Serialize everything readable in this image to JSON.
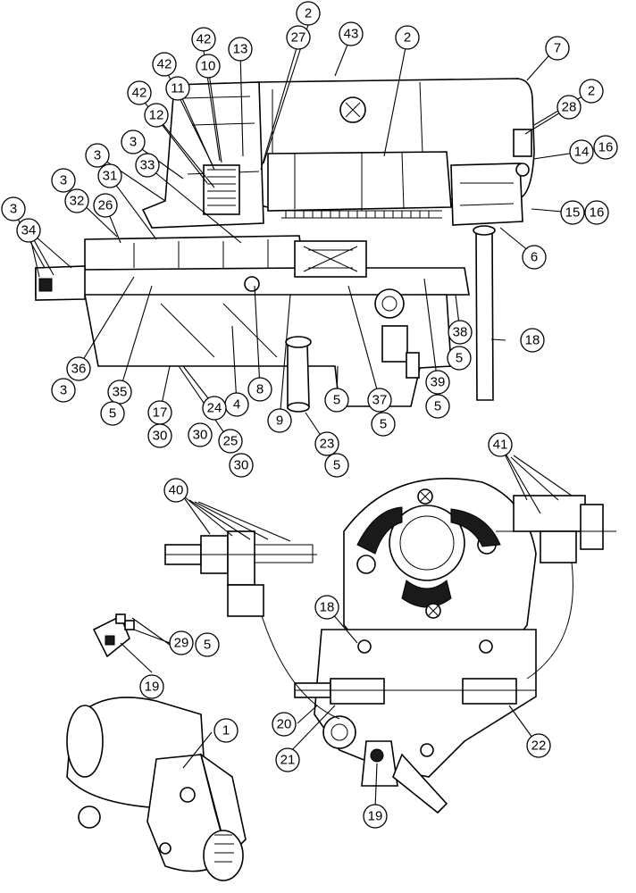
{
  "diagram": {
    "callouts": [
      "1",
      "2",
      "3",
      "4",
      "5",
      "6",
      "7",
      "8",
      "9",
      "10",
      "11",
      "12",
      "13",
      "14",
      "15",
      "16",
      "17",
      "18",
      "19",
      "20",
      "21",
      "22",
      "23",
      "24",
      "25",
      "26",
      "27",
      "28",
      "29",
      "30",
      "31",
      "32",
      "33",
      "34",
      "35",
      "36",
      "37",
      "38",
      "39",
      "40",
      "41",
      "42",
      "43"
    ],
    "positioned_labels": [
      "2",
      "27",
      "42",
      "10",
      "13",
      "43",
      "2",
      "7",
      "42",
      "11",
      "2",
      "28",
      "42",
      "12",
      "3",
      "33",
      "3",
      "31",
      "14",
      "16",
      "3",
      "32",
      "26",
      "15",
      "16",
      "3",
      "34",
      "6",
      "18",
      "38",
      "36",
      "5",
      "8",
      "3",
      "35",
      "37",
      "5",
      "39",
      "4",
      "24",
      "17",
      "5",
      "9",
      "5",
      "5",
      "30",
      "30",
      "25",
      "23",
      "30",
      "5",
      "41",
      "40",
      "29",
      "5",
      "18",
      "19",
      "1",
      "20",
      "22",
      "21",
      "19"
    ]
  }
}
